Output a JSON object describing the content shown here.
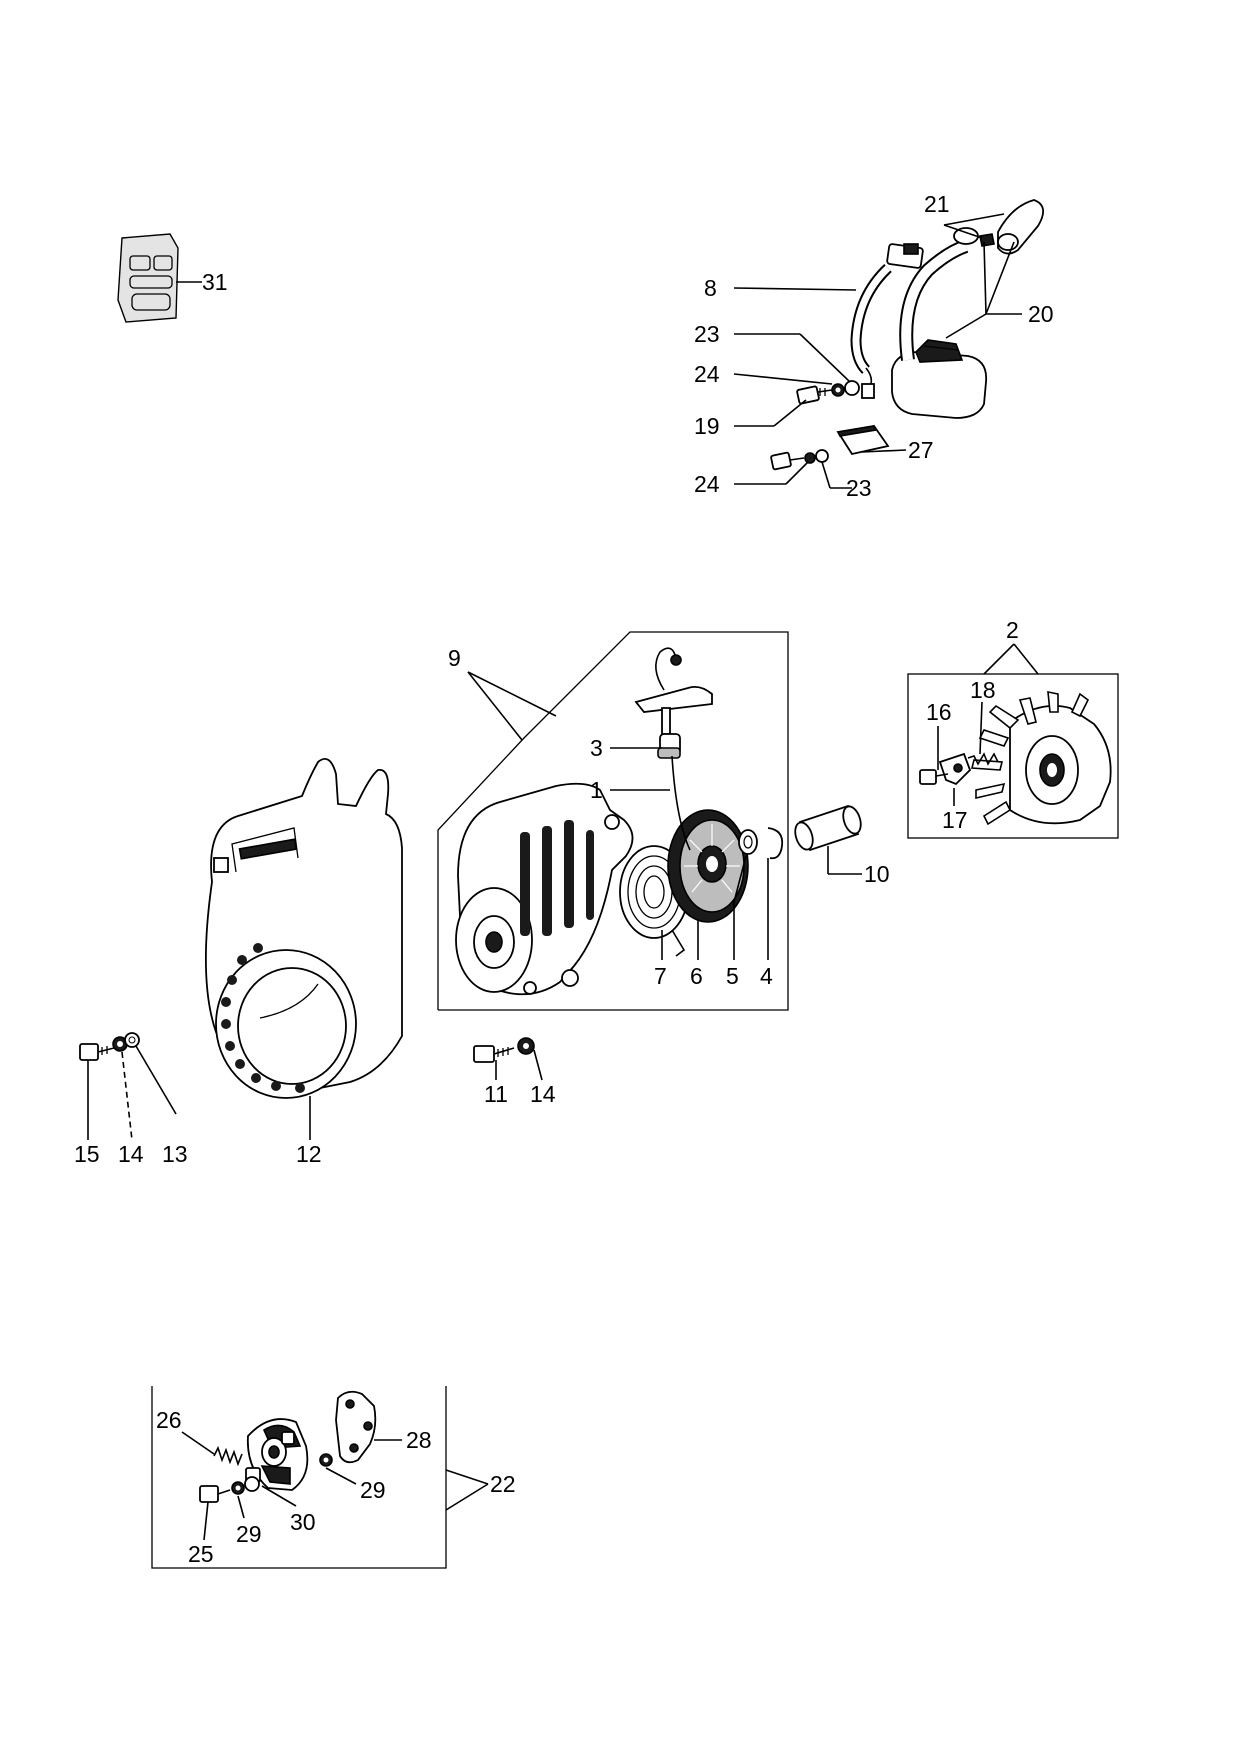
{
  "callouts": {
    "c1": "1",
    "c2": "2",
    "c3": "3",
    "c4": "4",
    "c5": "5",
    "c6": "6",
    "c7": "7",
    "c8": "8",
    "c9": "9",
    "c10": "10",
    "c11": "11",
    "c12": "12",
    "c13": "13",
    "c14a": "14",
    "c14b": "14",
    "c15": "15",
    "c16": "16",
    "c17": "17",
    "c18": "18",
    "c19": "19",
    "c20": "20",
    "c21": "21",
    "c22": "22",
    "c23a": "23",
    "c23b": "23",
    "c24a": "24",
    "c24b": "24",
    "c25": "25",
    "c26": "26",
    "c27": "27",
    "c28": "28",
    "c29a": "29",
    "c29b": "29",
    "c30": "30",
    "c31": "31"
  },
  "colors": {
    "ink": "#000000",
    "paper": "#ffffff",
    "shade": "#bdbdbd"
  }
}
